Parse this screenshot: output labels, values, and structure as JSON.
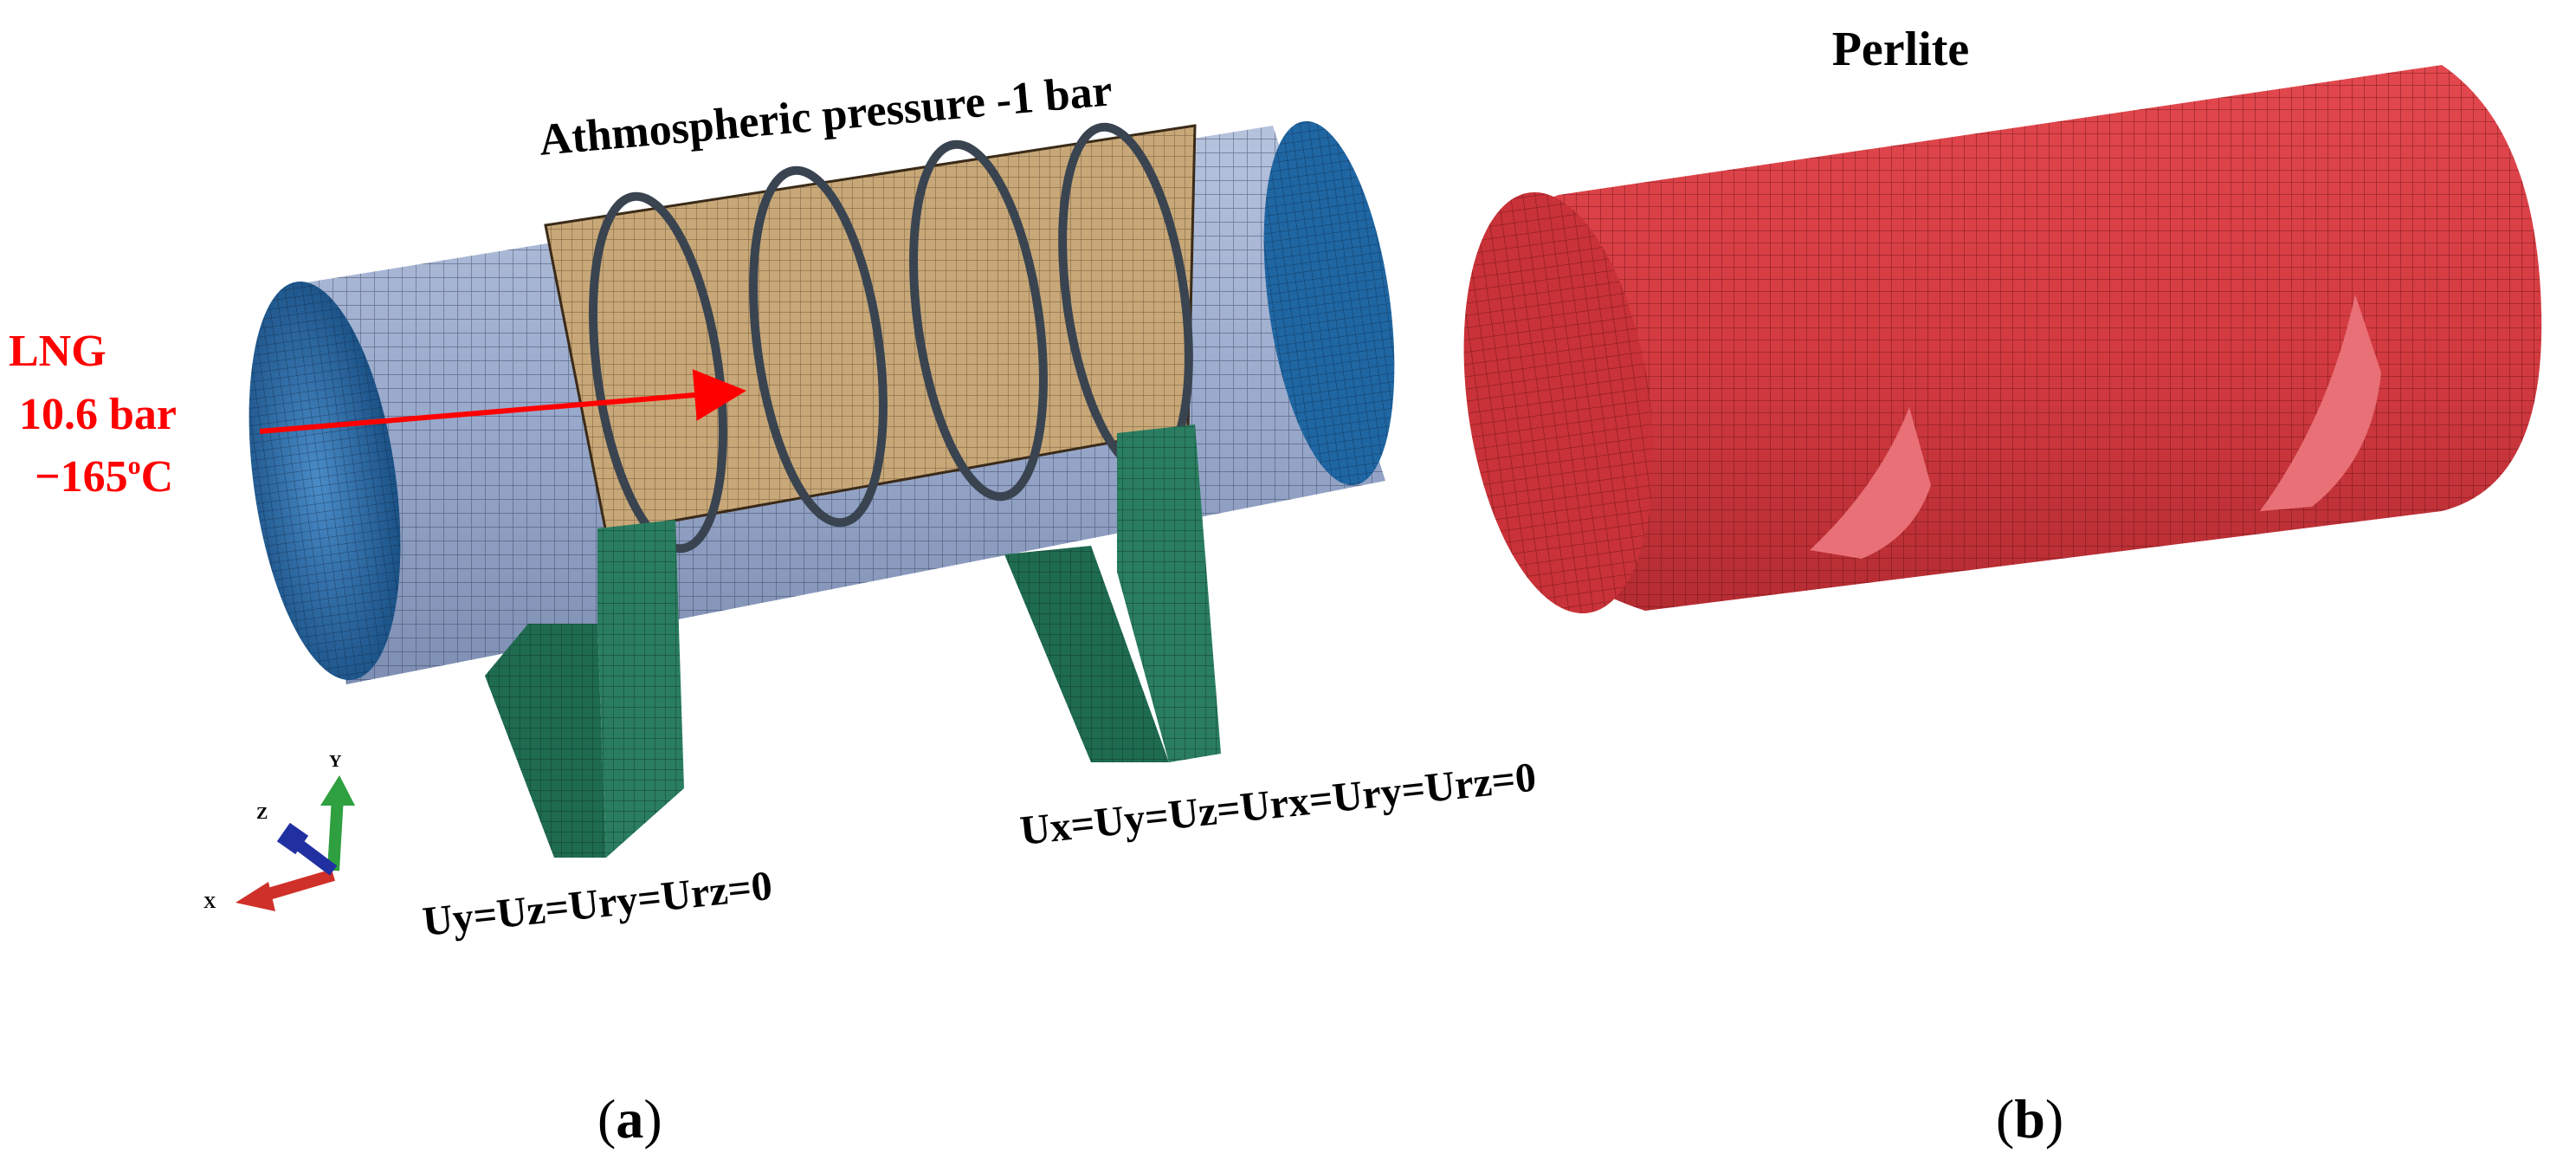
{
  "panel_a": {
    "title": "Athmospheric pressure -1 bar",
    "lng_label": "LNG",
    "lng_pressure": "10.6 bar",
    "lng_temp_value": "−165",
    "lng_temp_sup": "o",
    "lng_temp_unit": "C",
    "bc_left": "Uy=Uz=Ury=Urz=0",
    "bc_right": "Ux=Uy=Uz=Urx=Ury=Urz=0",
    "axis_x": "X",
    "axis_y": "Y",
    "axis_z": "Z",
    "caption_open": "(",
    "caption_letter": "a",
    "caption_close": ")"
  },
  "panel_b": {
    "title": "Perlite",
    "caption_open": "(",
    "caption_letter": "b",
    "caption_close": ")"
  },
  "colors": {
    "vessel_shell": "#9AAACC",
    "vessel_head": "#1F66A3",
    "inner_tank": "#C8A878",
    "ring": "#3A4450",
    "saddle": "#1F6B50",
    "perlite": "#D23A40",
    "label_red": "#FF0000",
    "axis_x": "#D0302A",
    "axis_y": "#2FA040",
    "axis_z": "#2030A0"
  }
}
